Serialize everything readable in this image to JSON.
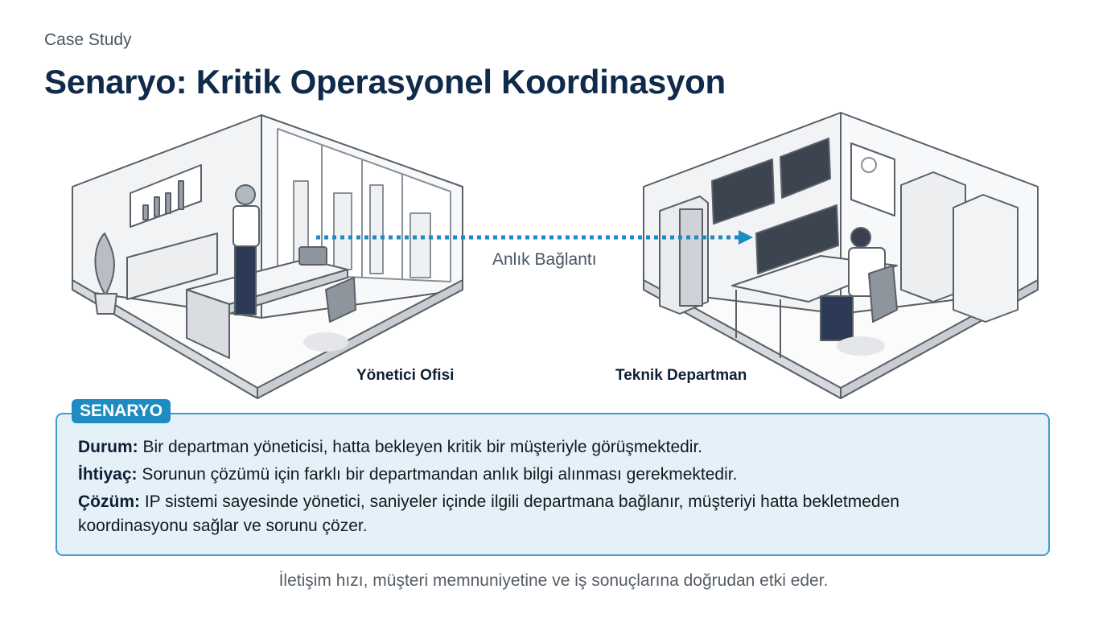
{
  "header": {
    "kicker": "Case Study",
    "title": "Senaryo: Kritik Operasyonel Koordinasyon"
  },
  "illustration": {
    "left_room_label": "Yönetici Ofisi",
    "right_room_label": "Teknik Departman",
    "connection_label": "Anlık Bağlantı",
    "accent_color": "#1e8bc3"
  },
  "scenario": {
    "badge": "SENARYO",
    "items": [
      {
        "label": "Durum:",
        "text": " Bir departman yöneticisi, hatta bekleyen kritik bir müşteriyle görüşmektedir."
      },
      {
        "label": "İhtiyaç:",
        "text": " Sorunun çözümü için farklı bir departmandan anlık bilgi alınması gerekmektedir."
      },
      {
        "label": "Çözüm:",
        "text": " IP sistemi sayesinde yönetici, saniyeler içinde ilgili departmana bağlanır, müşteriyi hatta bekletmeden koordinasyonu sağlar ve sorunu çözer."
      }
    ]
  },
  "footer": "İletişim hızı, müşteri memnuniyetine ve iş sonuçlarına doğrudan etki eder."
}
